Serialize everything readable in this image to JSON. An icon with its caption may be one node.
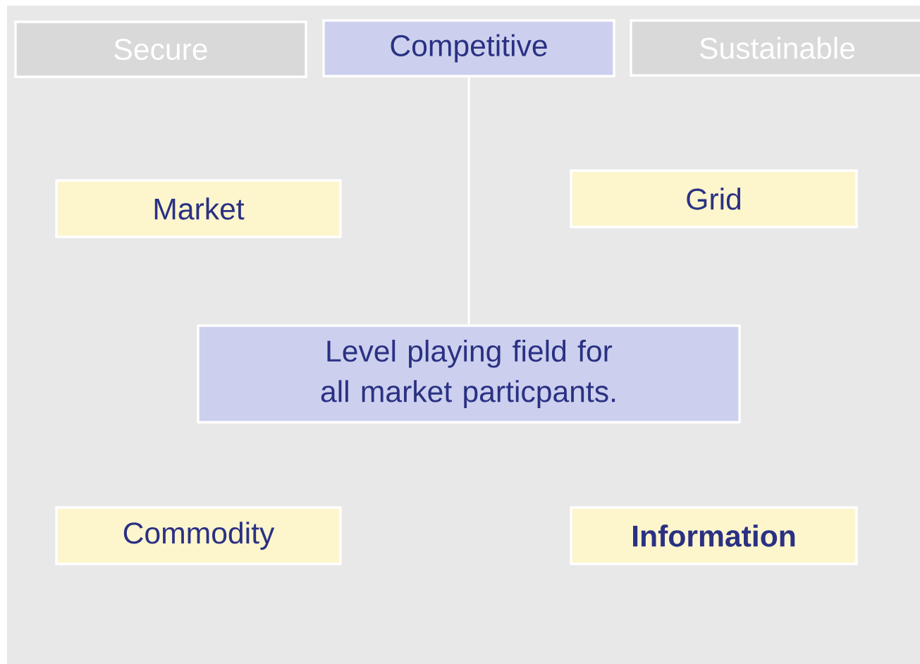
{
  "diagram": {
    "nodes": [
      {
        "text": [
          "Secure"
        ]
      },
      {
        "text": [
          "Competitive"
        ]
      },
      {
        "text": [
          "Sustainable"
        ]
      },
      {
        "text": [
          "Market"
        ]
      },
      {
        "text": [
          "Grid"
        ]
      },
      {
        "text": [
          "Level playing field for all market particpants."
        ]
      },
      {
        "text": [
          "Commodity"
        ]
      },
      {
        "text": [
          "Information"
        ]
      }
    ],
    "edges": [
      {
        "from": 1,
        "to": 5,
        "arrow": "none",
        "color": "#ffffff"
      }
    ]
  }
}
